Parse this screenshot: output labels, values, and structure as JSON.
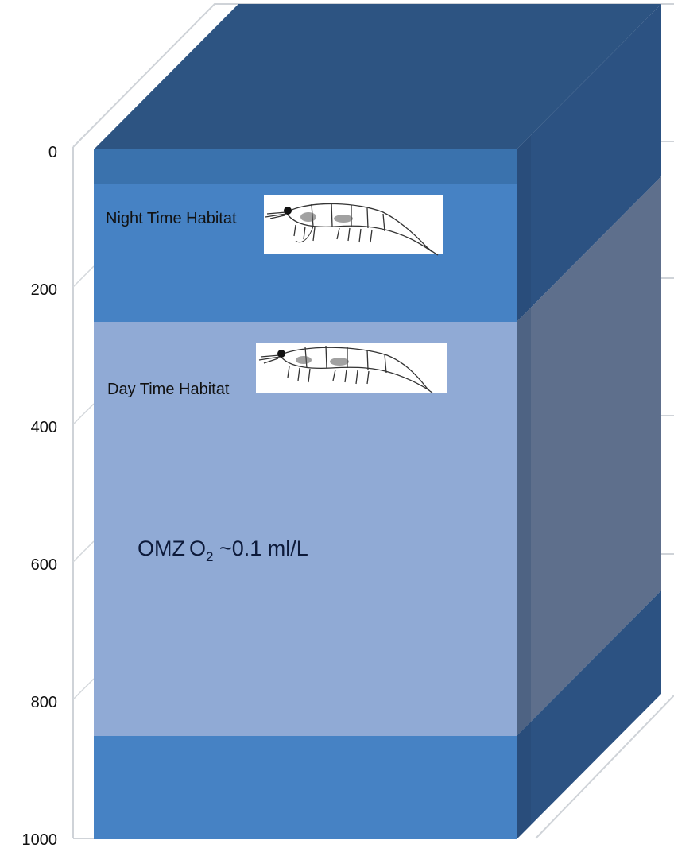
{
  "axis": {
    "ticks": [
      "0",
      "200",
      "400",
      "600",
      "800",
      "1000"
    ]
  },
  "labels": {
    "night": "Night Time Habitat",
    "day": "Day Time Habitat",
    "omz_prefix": "OMZ",
    "omz_o": "O",
    "omz_sub": "2",
    "omz_suffix": " ~0.1 ml/L"
  },
  "icons": {
    "night": "krill-icon",
    "day": "krill-icon"
  },
  "colors": {
    "top": "#2d5482",
    "surface_band": "#3a72ad",
    "habitat_layer": "#4682c4",
    "omz_layer": "#90aad5",
    "bottom_layer": "#4682c4",
    "side_dark": "#2c5282",
    "side_omz": "#5e6f8c"
  }
}
